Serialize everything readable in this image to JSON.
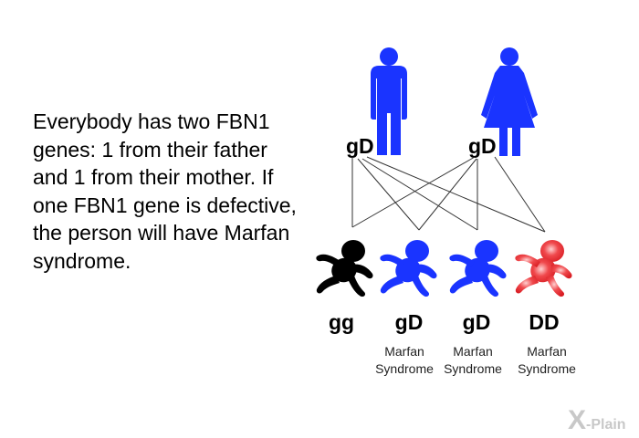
{
  "description": "Everybody has two FBN1 genes: 1 from their father and 1 from their mother. If one FBN1 gene is defective, the person will have Marfan syndrome.",
  "parents": [
    {
      "genotype": "gD",
      "icon": "man-icon",
      "color": "#1a34ff"
    },
    {
      "genotype": "gD",
      "icon": "woman-icon",
      "color": "#1a34ff"
    }
  ],
  "children": [
    {
      "genotype": "gg",
      "condition_line1": "",
      "condition_line2": "",
      "color": "#000000",
      "icon": "baby-icon"
    },
    {
      "genotype": "gD",
      "condition_line1": "Marfan",
      "condition_line2": "Syndrome",
      "color": "#1a34ff",
      "icon": "baby-icon"
    },
    {
      "genotype": "gD",
      "condition_line1": "Marfan",
      "condition_line2": "Syndrome",
      "color": "#1a34ff",
      "icon": "baby-icon"
    },
    {
      "genotype": "DD",
      "condition_line1": "Marfan",
      "condition_line2": "Syndrome",
      "color": "#e31e24",
      "icon": "baby-icon"
    }
  ],
  "brand": {
    "mark": "X",
    "name": "-Plain",
    "color": "#c8c8c8"
  }
}
